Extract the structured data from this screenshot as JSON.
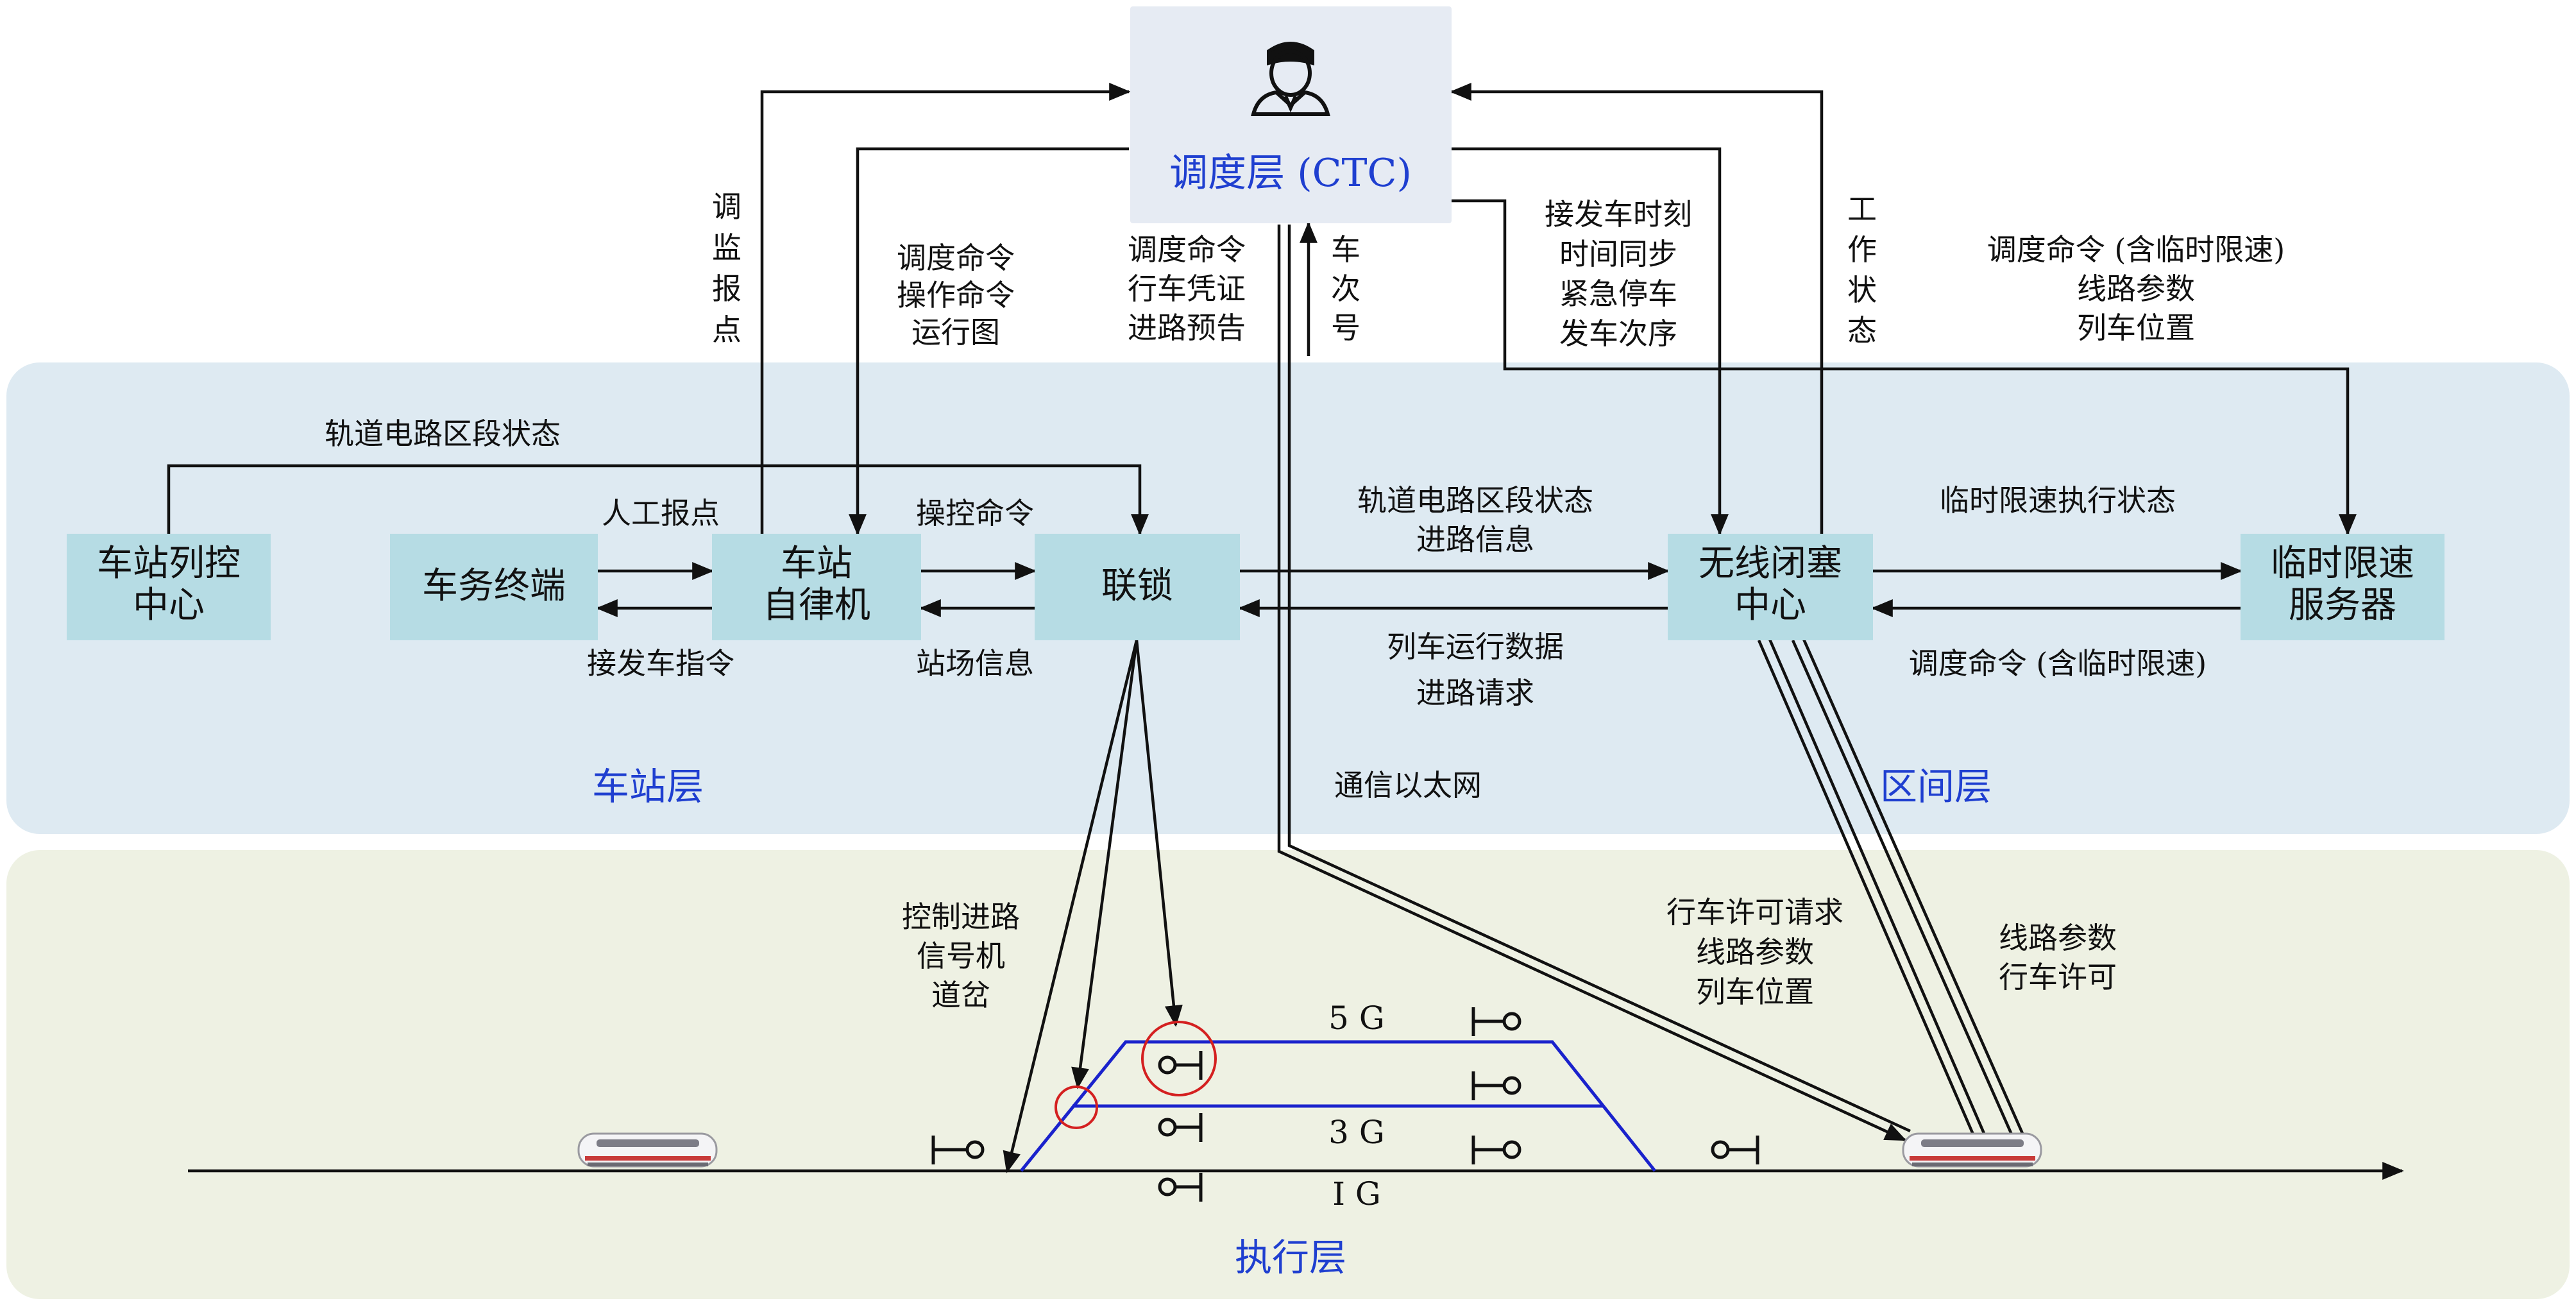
{
  "colors": {
    "station_band": "#deeaf2",
    "exec_band": "#eef1e3",
    "node_fill": "#b6dce4",
    "ctc_fill": "#e6ebf3",
    "layer_label": "#1f3fd0",
    "track_blue": "#1a22cc",
    "highlight_red": "#d42020",
    "line": "#111111"
  },
  "icons": {
    "dispatcher": "person-icon",
    "train": "train-icon",
    "signal": "signal-icon"
  },
  "nodes": {
    "ctc": "调度层 (CTC)",
    "station_control": [
      "车站列控",
      "中心"
    ],
    "terminal": "车务终端",
    "station_auto": [
      "车站",
      "自律机"
    ],
    "interlock": "联锁",
    "rbc": [
      "无线闭塞",
      "中心"
    ],
    "tsr": [
      "临时限速",
      "服务器"
    ]
  },
  "layers": {
    "station": "车站层",
    "section": "区间层",
    "execution": "执行层"
  },
  "edge_labels": {
    "monitor_report": [
      "调",
      "监",
      "报",
      "点"
    ],
    "ctc_to_auto": [
      "调度命令",
      "操作命令",
      "运行图"
    ],
    "ctc_to_interlock": [
      "调度命令",
      "行车凭证",
      "进路预告"
    ],
    "train_number": [
      "车",
      "次",
      "号"
    ],
    "ctc_to_rbc": [
      "接发车时刻",
      "时间同步",
      "紧急停车",
      "发车次序"
    ],
    "work_status": [
      "工",
      "作",
      "状",
      "态"
    ],
    "ctc_to_tsr": [
      "调度命令 (含临时限速)",
      "线路参数",
      "列车位置"
    ],
    "track_state_top": "轨道电路区段状态",
    "manual_report": "人工报点",
    "dispatch_order": "接发车指令",
    "control_cmd": "操控命令",
    "yard_info": "站场信息",
    "interlock_to_rbc": [
      "轨道电路区段状态",
      "进路信息"
    ],
    "rbc_to_interlock": [
      "列车运行数据",
      "进路请求"
    ],
    "tsr_state": "临时限速执行状态",
    "rbc_to_tsr_cmd": "调度命令 (含临时限速)",
    "ethernet": "通信以太网",
    "interlock_exec": [
      "控制进路",
      "信号机",
      "道岔"
    ],
    "train_to_rbc": [
      "行车许可请求",
      "线路参数",
      "列车位置"
    ],
    "rbc_to_train": [
      "线路参数",
      "行车许可"
    ]
  },
  "tracks": {
    "t5": "5 G",
    "t3": "3 G",
    "t1": "I G"
  }
}
